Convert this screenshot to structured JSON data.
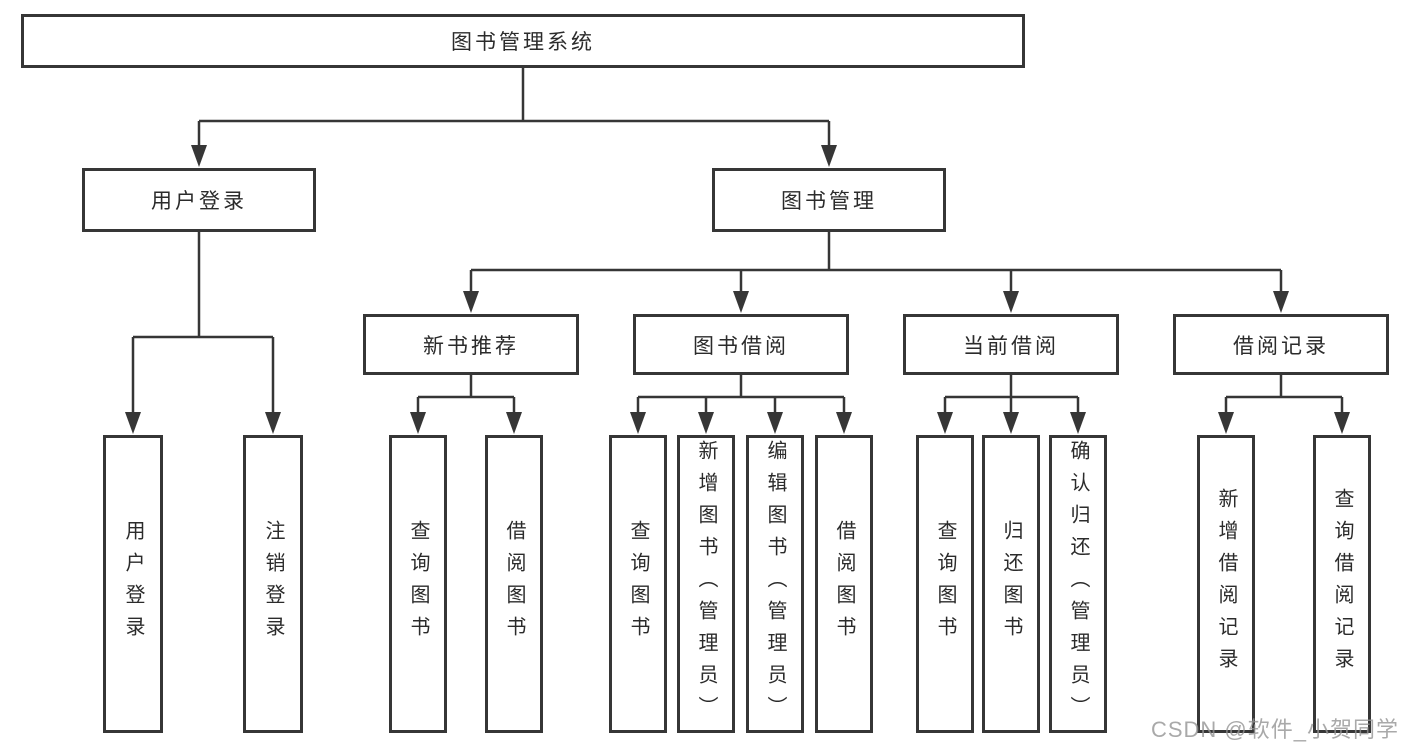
{
  "root": {
    "label": "图书管理系统"
  },
  "branches": [
    {
      "label": "用户登录",
      "children": [
        {
          "label": "用户登录"
        },
        {
          "label": "注销登录"
        }
      ]
    },
    {
      "label": "图书管理",
      "groups": [
        {
          "label": "新书推荐",
          "children": [
            {
              "label": "查询图书"
            },
            {
              "label": "借阅图书"
            }
          ]
        },
        {
          "label": "图书借阅",
          "children": [
            {
              "label": "查询图书"
            },
            {
              "label": "新增图书（管理员）"
            },
            {
              "label": "编辑图书（管理员）"
            },
            {
              "label": "借阅图书"
            }
          ]
        },
        {
          "label": "当前借阅",
          "children": [
            {
              "label": "查询图书"
            },
            {
              "label": "归还图书"
            },
            {
              "label": "确认归还（管理员）"
            }
          ]
        },
        {
          "label": "借阅记录",
          "children": [
            {
              "label": "新增借阅记录"
            },
            {
              "label": "查询借阅记录"
            }
          ]
        }
      ]
    }
  ],
  "watermark": {
    "label": "CSDN @软件_小贺同学"
  }
}
